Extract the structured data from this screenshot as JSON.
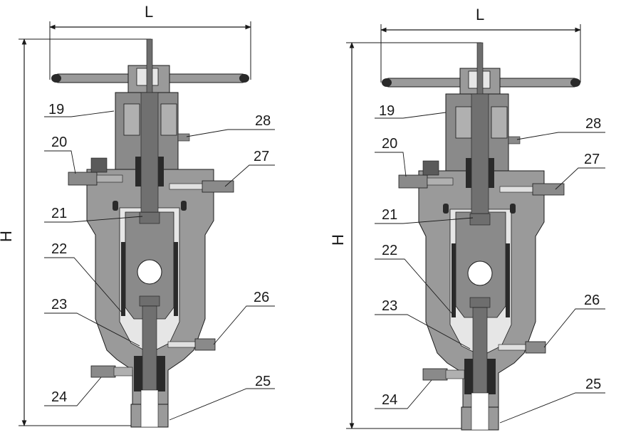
{
  "diagram": {
    "colors": {
      "body": "#9a9a9a",
      "body_dark": "#7a7a7a",
      "stem": "#6e6e6e",
      "packing": "#2a2a2a",
      "light": "#e6e6e6",
      "line": "#1a1a1a"
    },
    "views": [
      {
        "dimension_width": "L",
        "dimension_height": "H",
        "parts": [
          "19",
          "20",
          "21",
          "22",
          "23",
          "24",
          "25",
          "26",
          "27",
          "28"
        ]
      },
      {
        "dimension_width": "L",
        "dimension_height": "H",
        "parts": [
          "19",
          "20",
          "21",
          "22",
          "23",
          "24",
          "25",
          "26",
          "27",
          "28"
        ]
      }
    ]
  }
}
